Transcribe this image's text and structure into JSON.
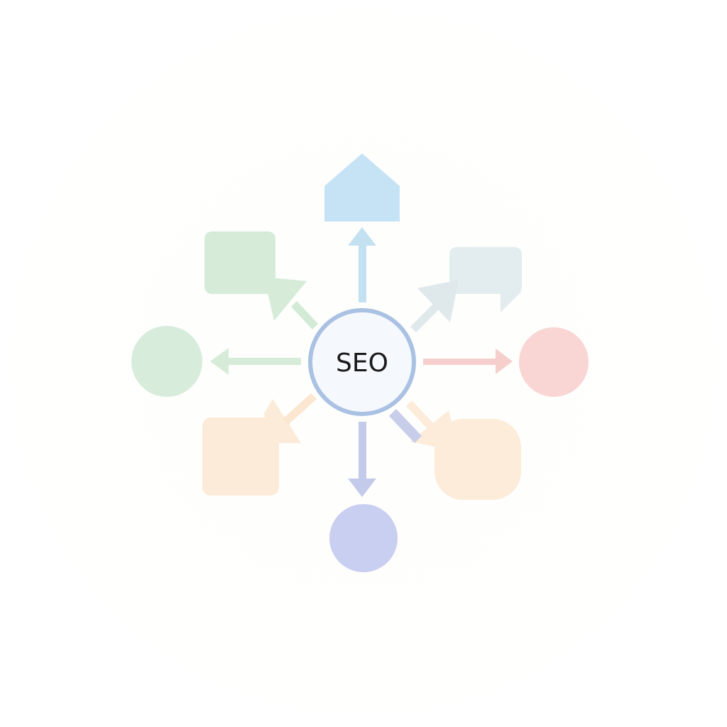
{
  "center": {
    "label": "SEO",
    "ring_color": "#a9c1e3",
    "fill_color": "#f5f8fc"
  },
  "nodes": [
    {
      "id": "top",
      "shape": "house",
      "color": "#c6e3f6",
      "arrow_color": "#c4e1f2"
    },
    {
      "id": "upper-left",
      "shape": "speech-bubble",
      "color": "#d6ecd9",
      "arrow_color": "#d3ead7"
    },
    {
      "id": "upper-right",
      "shape": "speech-bubble",
      "color": "#e3ecef",
      "arrow_color": "#dfe9ec"
    },
    {
      "id": "left",
      "shape": "circle",
      "color": "#d8ecdc",
      "arrow_color": "#d6ebd8"
    },
    {
      "id": "right",
      "shape": "circle",
      "color": "#f9d6d4",
      "arrow_color": "#f6cfcc"
    },
    {
      "id": "lower-left",
      "shape": "speech-bubble",
      "color": "#fcebd8",
      "arrow_color": "#fbe6d0"
    },
    {
      "id": "lower-right",
      "shape": "speech-bubble",
      "color": "#fcecd9",
      "arrow_color": "#c8cdea"
    },
    {
      "id": "bottom",
      "shape": "circle",
      "color": "#c9cff0",
      "arrow_color": "#c4caea"
    }
  ]
}
